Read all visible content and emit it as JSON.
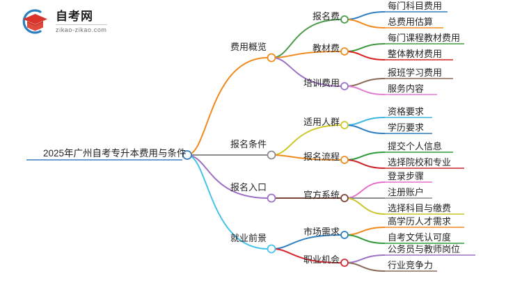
{
  "brand": {
    "name": "自考网",
    "url": "zikao-zikao.com",
    "logo_icon": "graduation-cap-icon",
    "arc_color": "#2a7fc1",
    "cap_color": "#d9342b"
  },
  "mindmap": {
    "root": {
      "label": "2025年广州自考专升本费用与条件",
      "color": "#3d7ebf"
    },
    "branches": [
      {
        "label": "费用概览",
        "color": "#f08a1e",
        "children": [
          {
            "label": "报名费",
            "color": "#4a9a4a",
            "children": [
              {
                "label": "每门科目费用",
                "color": "#2f7fc1"
              },
              {
                "label": "总费用估算",
                "color": "#f08a1e"
              }
            ]
          },
          {
            "label": "教材费",
            "color": "#f08a1e",
            "children": [
              {
                "label": "每门课程教材费用",
                "color": "#3f9a3f"
              },
              {
                "label": "整体教材费用",
                "color": "#d62222"
              }
            ]
          },
          {
            "label": "培训费用",
            "color": "#9b72c4",
            "children": [
              {
                "label": "报班学习费用",
                "color": "#8a6a58"
              },
              {
                "label": "服务内容",
                "color": "#e07fd0"
              }
            ]
          }
        ]
      },
      {
        "label": "报名条件",
        "color": "#8c8c8c",
        "children": [
          {
            "label": "适用人群",
            "color": "#cdc92a",
            "children": [
              {
                "label": "资格要求",
                "color": "#3fb5e0"
              },
              {
                "label": "学历要求",
                "color": "#2f7fc1"
              }
            ]
          },
          {
            "label": "报名流程",
            "color": "#f08a1e",
            "children": [
              {
                "label": "提交个人信息",
                "color": "#2f9a3a"
              },
              {
                "label": "选择院校和专业",
                "color": "#cc2229"
              }
            ]
          }
        ]
      },
      {
        "label": "报名入口",
        "color": "#9b72c4",
        "children": [
          {
            "label": "官方系统",
            "color": "#7a4436",
            "children": [
              {
                "label": "登录步骤",
                "color": "#e56fc8"
              },
              {
                "label": "注册账户",
                "color": "#8c8c8c"
              },
              {
                "label": "选择科目与缴费",
                "color": "#c9c52a"
              }
            ]
          }
        ]
      },
      {
        "label": "就业前景",
        "color": "#45c3e8",
        "children": [
          {
            "label": "市场需求",
            "color": "#2f7fc1",
            "children": [
              {
                "label": "高学历人才需求",
                "color": "#f08a1e"
              },
              {
                "label": "自考文凭认可度",
                "color": "#2f9a3a"
              }
            ]
          },
          {
            "label": "职业机会",
            "color": "#d62730",
            "children": [
              {
                "label": "公务员与教师岗位",
                "color": "#9b72c4"
              },
              {
                "label": "行业竞争力",
                "color": "#8a6a58"
              }
            ]
          }
        ]
      }
    ]
  }
}
